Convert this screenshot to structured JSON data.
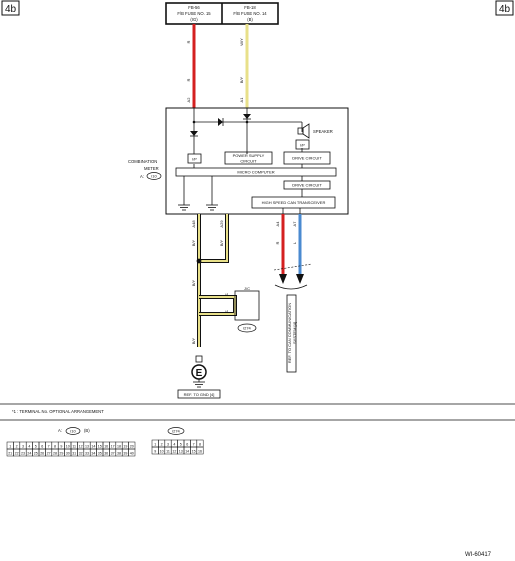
{
  "page_tabs": {
    "left": "4b",
    "right": "4b"
  },
  "fuses": {
    "left": {
      "line1": "FB-56",
      "line2": "F/B FUSE NO. 15",
      "line3": "(IG)"
    },
    "right": {
      "line1": "FB-18",
      "line2": "F/B FUSE NO. 14",
      "line3": "(B)"
    }
  },
  "wires": {
    "top_left_color": "R",
    "top_left_color2": "R",
    "top_left_pin": "A2",
    "top_right_color": "W/Y",
    "top_right_color2": "B/Y",
    "top_right_pin": "A1",
    "gnd1_pin": "A48",
    "gnd1_color": "B/Y",
    "gnd2_pin": "A29",
    "gnd2_color": "B/Y",
    "trunk_color": "B/Y",
    "ground_wire_color": "B/Y",
    "can_h_pin": "A4",
    "can_h_color": "R",
    "can_l_pin": "A7",
    "can_l_color": "L"
  },
  "meter": {
    "side_label_line1": "COMBINATION",
    "side_label_line2": "METER",
    "side_label_prefix": "A:",
    "connector": "i10",
    "ip_left": "I/P",
    "ip_right": "I/P",
    "speaker": "SPEAKER",
    "power_supply_line1": "POWER SUPPLY",
    "power_supply_line2": "CIRCUIT",
    "drive_circuit_1": "DRIVE CIRCUIT",
    "micro_computer": "MICRO COMPUTER",
    "drive_circuit_2": "DRIVE CIRCUIT",
    "can_transceiver": "HIGH SPEED CAN TRANSCEIVER"
  },
  "jc": {
    "label": "J/C",
    "mark1": "*1",
    "mark2": "*1",
    "connector": "i274"
  },
  "ground": {
    "symbol": "E",
    "ref": "REF. TO GND [4]"
  },
  "can_ref_line1": "REF. TO CAN COMMUNICATION",
  "can_ref_line2": "SYSTEM [4]",
  "footnote": "*1 : TERMINAL No. OPTIONAL ARRANGEMENT",
  "connectors": {
    "a_label": "A:",
    "a_conn": "i10",
    "a_suffix": "(B)",
    "a_row1": [
      "1",
      "2",
      "3",
      "4",
      "5",
      "6",
      "7",
      "8",
      "9",
      "10",
      "11",
      "12",
      "13",
      "14",
      "15",
      "16",
      "17",
      "18",
      "19",
      "20"
    ],
    "a_row2": [
      "21",
      "22",
      "23",
      "24",
      "25",
      "26",
      "27",
      "28",
      "29",
      "30",
      "31",
      "32",
      "33",
      "34",
      "35",
      "36",
      "37",
      "38",
      "39",
      "40"
    ],
    "b_conn": "i274",
    "b_row1": [
      "1",
      "2",
      "3",
      "4",
      "5",
      "6",
      "7",
      "8"
    ],
    "b_row2": [
      "9",
      "10",
      "11",
      "12",
      "13",
      "14",
      "15",
      "16"
    ]
  },
  "doc_code": "WI-60417",
  "colors": {
    "red": "#d42020",
    "yellow": "#e8e08a",
    "blue": "#4a8ad0",
    "black": "#111111",
    "olive": "#8a8a3a"
  }
}
